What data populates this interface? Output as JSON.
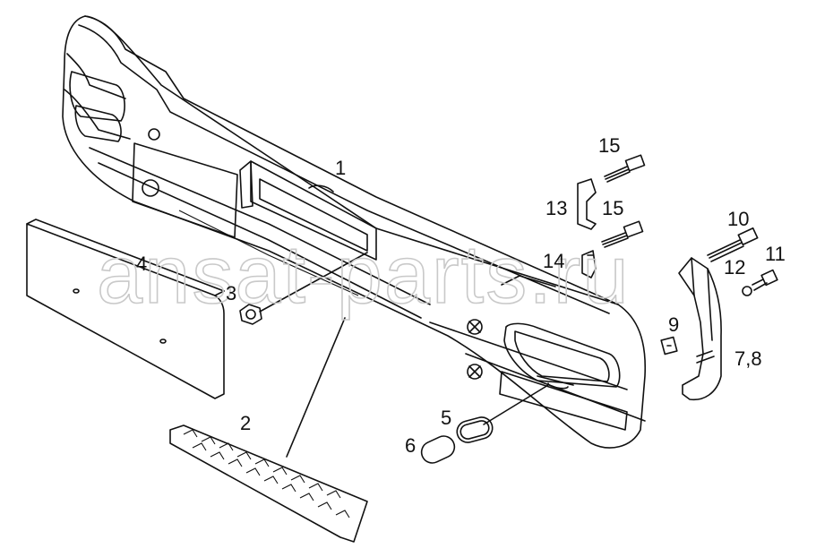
{
  "watermark": "ansat-parts.ru",
  "callouts": [
    {
      "id": "1",
      "text": "1"
    },
    {
      "id": "2",
      "text": "2"
    },
    {
      "id": "3",
      "text": "3"
    },
    {
      "id": "4",
      "text": "4"
    },
    {
      "id": "5",
      "text": "5"
    },
    {
      "id": "6",
      "text": "6"
    },
    {
      "id": "7-8",
      "text": "7,8"
    },
    {
      "id": "9",
      "text": "9"
    },
    {
      "id": "10",
      "text": "10"
    },
    {
      "id": "11",
      "text": "11"
    },
    {
      "id": "12",
      "text": "12"
    },
    {
      "id": "13",
      "text": "13"
    },
    {
      "id": "14",
      "text": "14"
    },
    {
      "id": "15a",
      "text": "15"
    },
    {
      "id": "15b",
      "text": "15"
    }
  ]
}
